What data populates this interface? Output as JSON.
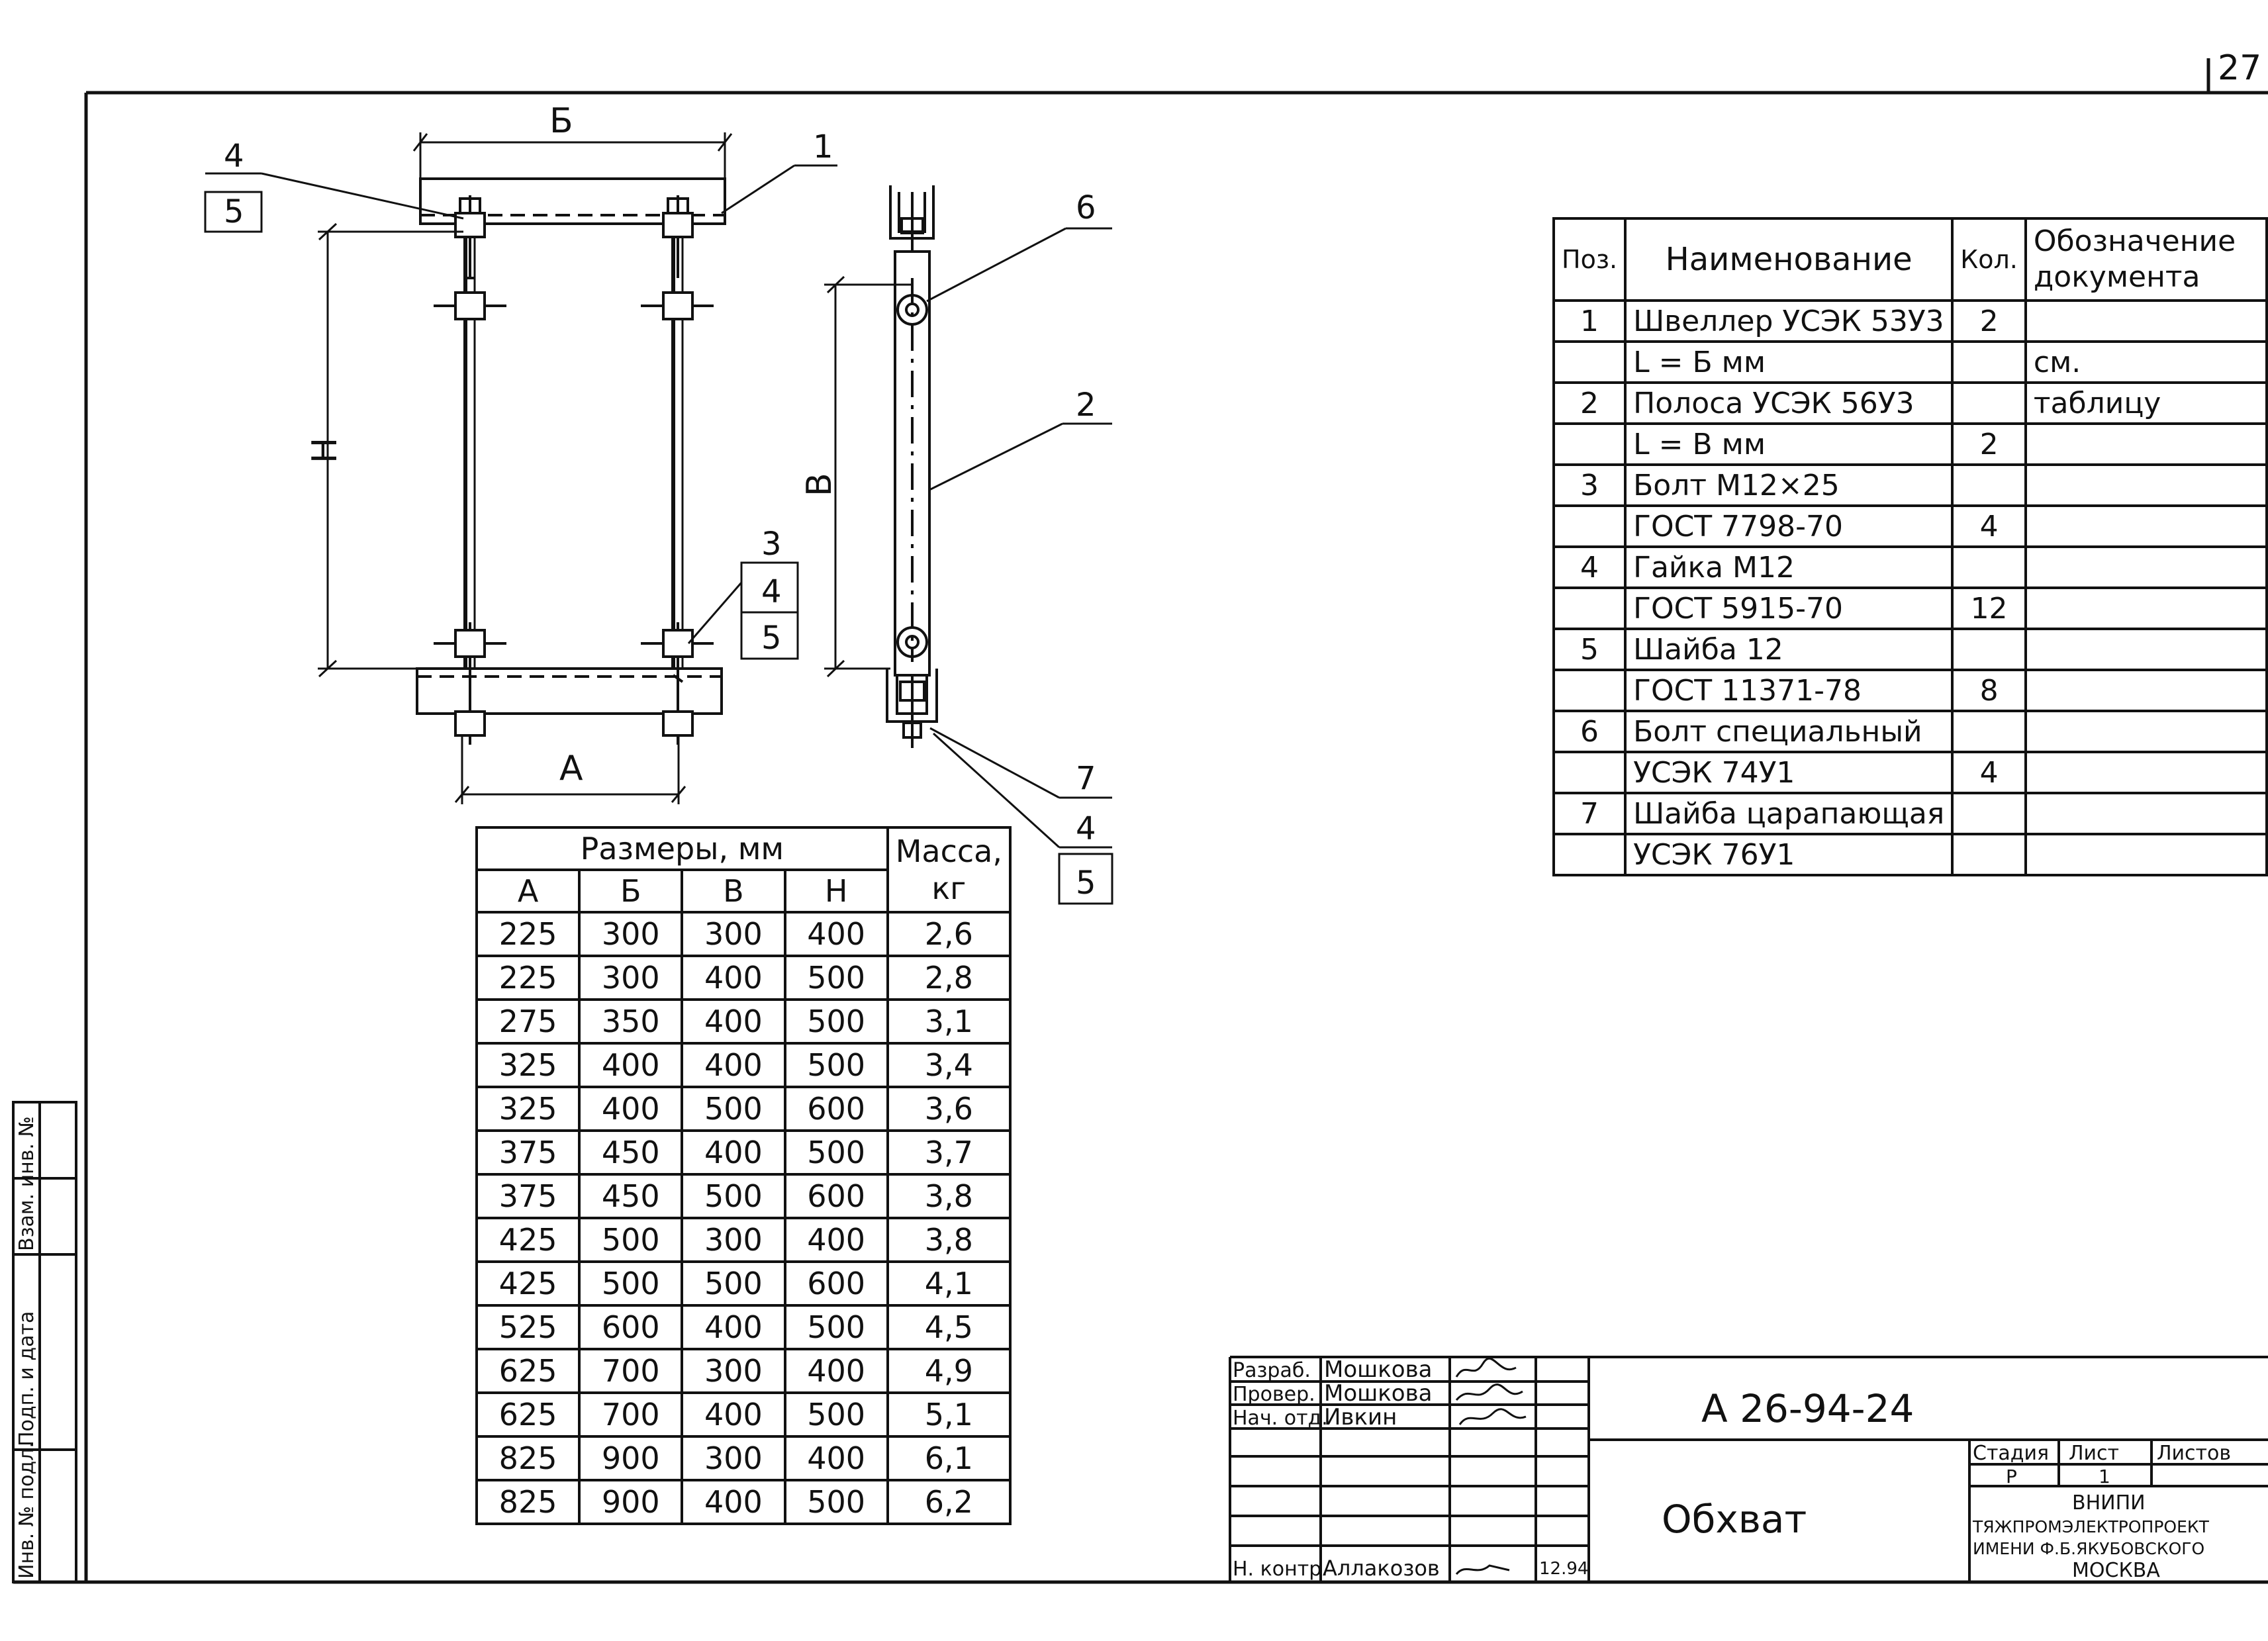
{
  "sheet_number": "27",
  "drawing": {
    "callouts": {
      "top_left_upper": "4",
      "top_left_lower": "5",
      "dim_width_top": "Б",
      "dim_height_left": "Н",
      "dim_width_bottom": "А",
      "pos_1": "1",
      "stack_right": [
        "3",
        "4",
        "5"
      ],
      "side_pos_6": "6",
      "side_pos_2": "2",
      "side_dim_height": "В",
      "side_stack": [
        "7",
        "4",
        "5"
      ]
    }
  },
  "dimensions_table": {
    "header_group": "Размеры, мм",
    "header_mass": "Масса, кг",
    "columns": [
      "А",
      "Б",
      "В",
      "Н"
    ],
    "rows": [
      [
        "225",
        "300",
        "300",
        "400",
        "2,6"
      ],
      [
        "225",
        "300",
        "400",
        "500",
        "2,8"
      ],
      [
        "275",
        "350",
        "400",
        "500",
        "3,1"
      ],
      [
        "325",
        "400",
        "400",
        "500",
        "3,4"
      ],
      [
        "325",
        "400",
        "500",
        "600",
        "3,6"
      ],
      [
        "375",
        "450",
        "400",
        "500",
        "3,7"
      ],
      [
        "375",
        "450",
        "500",
        "600",
        "3,8"
      ],
      [
        "425",
        "500",
        "300",
        "400",
        "3,8"
      ],
      [
        "425",
        "500",
        "500",
        "600",
        "4,1"
      ],
      [
        "525",
        "600",
        "400",
        "500",
        "4,5"
      ],
      [
        "625",
        "700",
        "300",
        "400",
        "4,9"
      ],
      [
        "625",
        "700",
        "400",
        "500",
        "5,1"
      ],
      [
        "825",
        "900",
        "300",
        "400",
        "6,1"
      ],
      [
        "825",
        "900",
        "400",
        "500",
        "6,2"
      ]
    ]
  },
  "parts_table": {
    "headers": {
      "pos": "Поз.",
      "name": "Наименование",
      "qty": "Кол.",
      "doc": "Обозначение документа"
    },
    "rows": [
      {
        "pos": "1",
        "name": "Швеллер УСЭК 53У3",
        "qty": "2",
        "doc": ""
      },
      {
        "pos": "",
        "name": "L = Б мм",
        "qty": "",
        "doc": "см."
      },
      {
        "pos": "2",
        "name": "Полоса   УСЭК 56У3",
        "qty": "",
        "doc": "таблицу"
      },
      {
        "pos": "",
        "name": "L = В мм",
        "qty": "2",
        "doc": ""
      },
      {
        "pos": "3",
        "name": "Болт М12×25",
        "qty": "",
        "doc": ""
      },
      {
        "pos": "",
        "name": "ГОСТ 7798-70",
        "qty": "4",
        "doc": ""
      },
      {
        "pos": "4",
        "name": "Гайка М12",
        "qty": "",
        "doc": ""
      },
      {
        "pos": "",
        "name": "ГОСТ 5915-70",
        "qty": "12",
        "doc": ""
      },
      {
        "pos": "5",
        "name": "Шайба 12",
        "qty": "",
        "doc": ""
      },
      {
        "pos": "",
        "name": "ГОСТ 11371-78",
        "qty": "8",
        "doc": ""
      },
      {
        "pos": "6",
        "name": "Болт специальный",
        "qty": "",
        "doc": ""
      },
      {
        "pos": "",
        "name": "УСЭК 74У1",
        "qty": "4",
        "doc": ""
      },
      {
        "pos": "7",
        "name": "Шайба царапающая",
        "qty": "",
        "doc": ""
      },
      {
        "pos": "",
        "name": "УСЭК 76У1",
        "qty": "",
        "doc": ""
      }
    ]
  },
  "title_block": {
    "roles": [
      "Разраб.",
      "Провер.",
      "Нач. отд.",
      "Н. контр."
    ],
    "names": [
      "Мошкова",
      "Мошкова",
      "Ивкин",
      "Аллакозов"
    ],
    "date": "12.94",
    "drawing_code": "А 26-94-24",
    "drawing_title": "Обхват",
    "col_stage": "Стадия",
    "col_sheet": "Лист",
    "col_sheets": "Листов",
    "stage_value": "Р",
    "sheet_value": "1",
    "org_lines": [
      "ВНИПИ",
      "ТЯЖПРОМЭЛЕКТРОПРОЕКТ",
      "ИМЕНИ Ф.Б.ЯКУБОВСКОГО",
      "МОСКВА"
    ]
  },
  "side_stamp": {
    "labels": [
      "Инв. № подл.",
      "Подп. и дата",
      "Взам. инв. №"
    ]
  }
}
